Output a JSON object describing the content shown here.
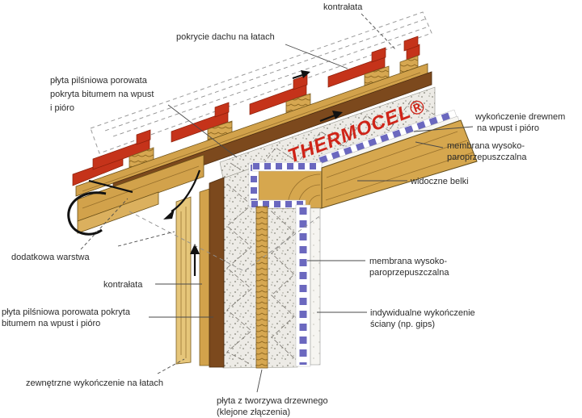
{
  "brand": {
    "text": "THERMOCEL®",
    "color": "#cf2418"
  },
  "labels": {
    "kontralata_top": "kontrałata",
    "pokrycie": "pokrycie dachu na łatach",
    "plyta_roof": [
      "płyta pilśniowa porowata",
      "pokryta bitumem na wpust",
      "i pióro"
    ],
    "wykonczenie_drewnem": [
      "wykończenie drewnem",
      "na wpust i pióro"
    ],
    "membrana_top": [
      "membrana wysoko-",
      "paroprzepuszczalna"
    ],
    "widoczne_belki": "widoczne belki",
    "dodatkowa": "dodatkowa warstwa",
    "kontralata_left": "kontrałata",
    "plyta_wall": [
      "płyta pilśniowa porowata pokryta",
      "bitumem na wpust i pióro"
    ],
    "membrana_mid": [
      "membrana wysoko-",
      "paroprzepuszczalna"
    ],
    "indywidualne": [
      "indywidualne wykończenie",
      "ściany (np. gips)"
    ],
    "zewnetrzne": "zewnętrzne wykończenie na łatach",
    "plyta_drzewna": [
      "płyta z tworzywa drzewnego",
      "(klejone złączenia)"
    ]
  },
  "colors": {
    "tile_red": "#c5331a",
    "wood": "#d2a24b",
    "wood_light": "#e6c67a",
    "fiberboard_brown": "#7c491d",
    "membrane_blue": "#6b68bf",
    "insulation_bg": "#edebe6",
    "gypsum_bg": "#f6f5f1",
    "label_text": "#2b2b2b"
  }
}
